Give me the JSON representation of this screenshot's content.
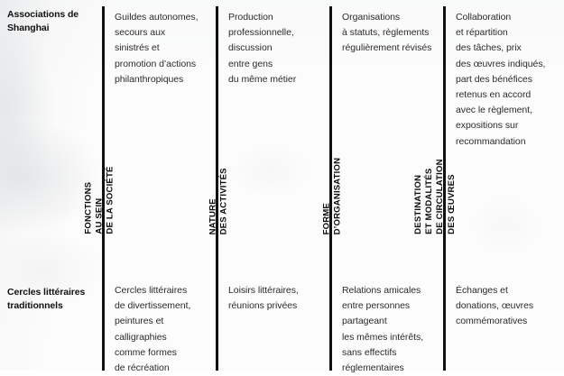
{
  "table": {
    "row_labels": [
      {
        "id": "associations",
        "line1": "Associations",
        "line2": "de Shanghai"
      },
      {
        "id": "cercles",
        "line1": "Cercles littéraires",
        "line2": "traditionnels"
      }
    ],
    "category_headings": [
      {
        "id": "fonctions",
        "lines": [
          "FONCTIONS",
          "AU SEIN",
          "DE LA SOCIÉTÉ"
        ]
      },
      {
        "id": "nature",
        "lines": [
          "NATURE",
          "DES ACTIVITÉS"
        ]
      },
      {
        "id": "forme",
        "lines": [
          "FORME",
          "D’ORGANISATION"
        ]
      },
      {
        "id": "destination",
        "lines": [
          "DESTINATION",
          "ET MODALITÉS",
          "DE CIRCULATION",
          "DES ŒUVRES"
        ]
      }
    ],
    "cells": {
      "associations": [
        {
          "column": "fonctions",
          "lines": [
            "Guildes autonomes,",
            "secours aux",
            "sinistrés et",
            "promotion d’actions",
            "philanthropiques"
          ]
        },
        {
          "column": "nature",
          "lines": [
            "Production",
            "professionnelle,",
            "discussion",
            "entre gens",
            "du même métier"
          ]
        },
        {
          "column": "forme",
          "lines": [
            "Organisations",
            "à statuts, règlements",
            "régulièrement révisés"
          ]
        },
        {
          "column": "destination",
          "lines": [
            "Collaboration",
            "et répartition",
            "des tâches, prix",
            "des œuvres indiqués,",
            "part des bénéfices",
            "retenus en accord",
            "avec le règlement,",
            "expositions sur",
            "recommandation"
          ]
        }
      ],
      "cercles": [
        {
          "column": "fonctions",
          "lines": [
            "Cercles littéraires",
            "de divertissement,",
            "peintures et",
            "calligraphies",
            "comme formes",
            "de récréation"
          ]
        },
        {
          "column": "nature",
          "lines": [
            "Loisirs littéraires,",
            "réunions privées"
          ]
        },
        {
          "column": "forme",
          "lines": [
            "Relations amicales",
            "entre personnes",
            "partageant",
            "les mêmes intérêts,",
            "sans effectifs",
            "réglementaires"
          ]
        },
        {
          "column": "destination",
          "lines": [
            "Échanges et",
            "donations, œuvres",
            "commémoratives"
          ]
        }
      ]
    },
    "colors": {
      "rule": "#101010",
      "heading_text": "#0d0d0d",
      "body_text": "#2b2b2b",
      "background": "#fcfcfc"
    }
  }
}
